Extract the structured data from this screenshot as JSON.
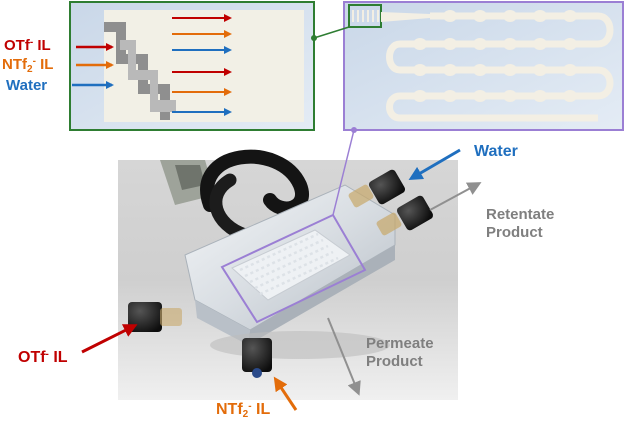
{
  "colors": {
    "otf": "#c00000",
    "ntf2": "#e36c0a",
    "water": "#1f6fbf",
    "product": "#808080",
    "zoom_frame_green": "#2e7d32",
    "zoom_frame_purple": "#9b7fd4"
  },
  "inset_left": {
    "labels": {
      "otf_base": "OTf",
      "otf_sup": "-",
      "otf_suffix": " IL",
      "ntf2_base": "NTf",
      "ntf2_sub": "2",
      "ntf2_sup": "-",
      "ntf2_suffix": " IL",
      "water": "Water"
    }
  },
  "photo": {
    "labels": {
      "water": "Water",
      "retentate_line1": "Retentate",
      "retentate_line2": "Product",
      "permeate_line1": "Permeate",
      "permeate_line2": "Product",
      "otf_base": "OTf",
      "otf_sup": "-",
      "otf_suffix": " IL",
      "ntf2_base": "NTf",
      "ntf2_sub": "2",
      "ntf2_sup": "-",
      "ntf2_suffix": " IL"
    }
  }
}
